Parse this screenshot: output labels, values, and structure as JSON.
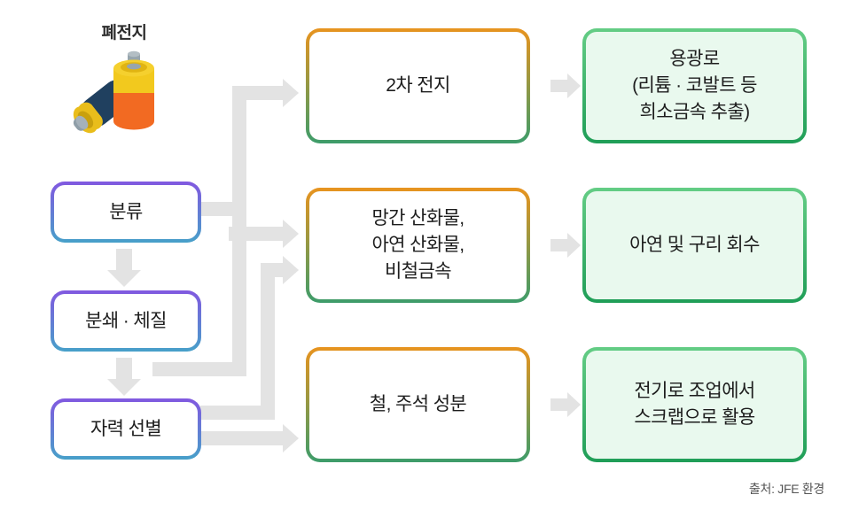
{
  "diagram": {
    "title": "폐전지",
    "source": "출처: JFE 환경",
    "process_steps": [
      {
        "label": "분류"
      },
      {
        "label": "분쇄 · 체질"
      },
      {
        "label": "자력 선별"
      }
    ],
    "sorted_outputs": [
      {
        "text": "2차 전지"
      },
      {
        "text": "망간 산화물,\n아연 산화물,\n비철금속"
      },
      {
        "text": "철, 주석 성분"
      }
    ],
    "recycle_results": [
      {
        "text": "용광로\n(리튬 · 코발트 등\n희소금속 추출)"
      },
      {
        "text": "아연 및 구리 회수"
      },
      {
        "text": "전기로 조업에서\n스크랩으로 활용"
      }
    ],
    "icons": [
      {
        "name": "battery-illustration"
      }
    ],
    "colors": {
      "step_border_top": "#8158e0",
      "step_border_bottom": "#47a0c9",
      "output_border_top": "#e8941f",
      "output_border_bottom": "#3d9c6a",
      "result_border_top": "#64cd85",
      "result_border_bottom": "#1f9e57",
      "result_background": "#e9f9ee",
      "arrow_gray": "#e3e3e3",
      "battery_yellow": "#f2c91e",
      "battery_orange": "#f26a22",
      "battery_navy": "#20405f",
      "battery_gray": "#97a5ad"
    }
  }
}
